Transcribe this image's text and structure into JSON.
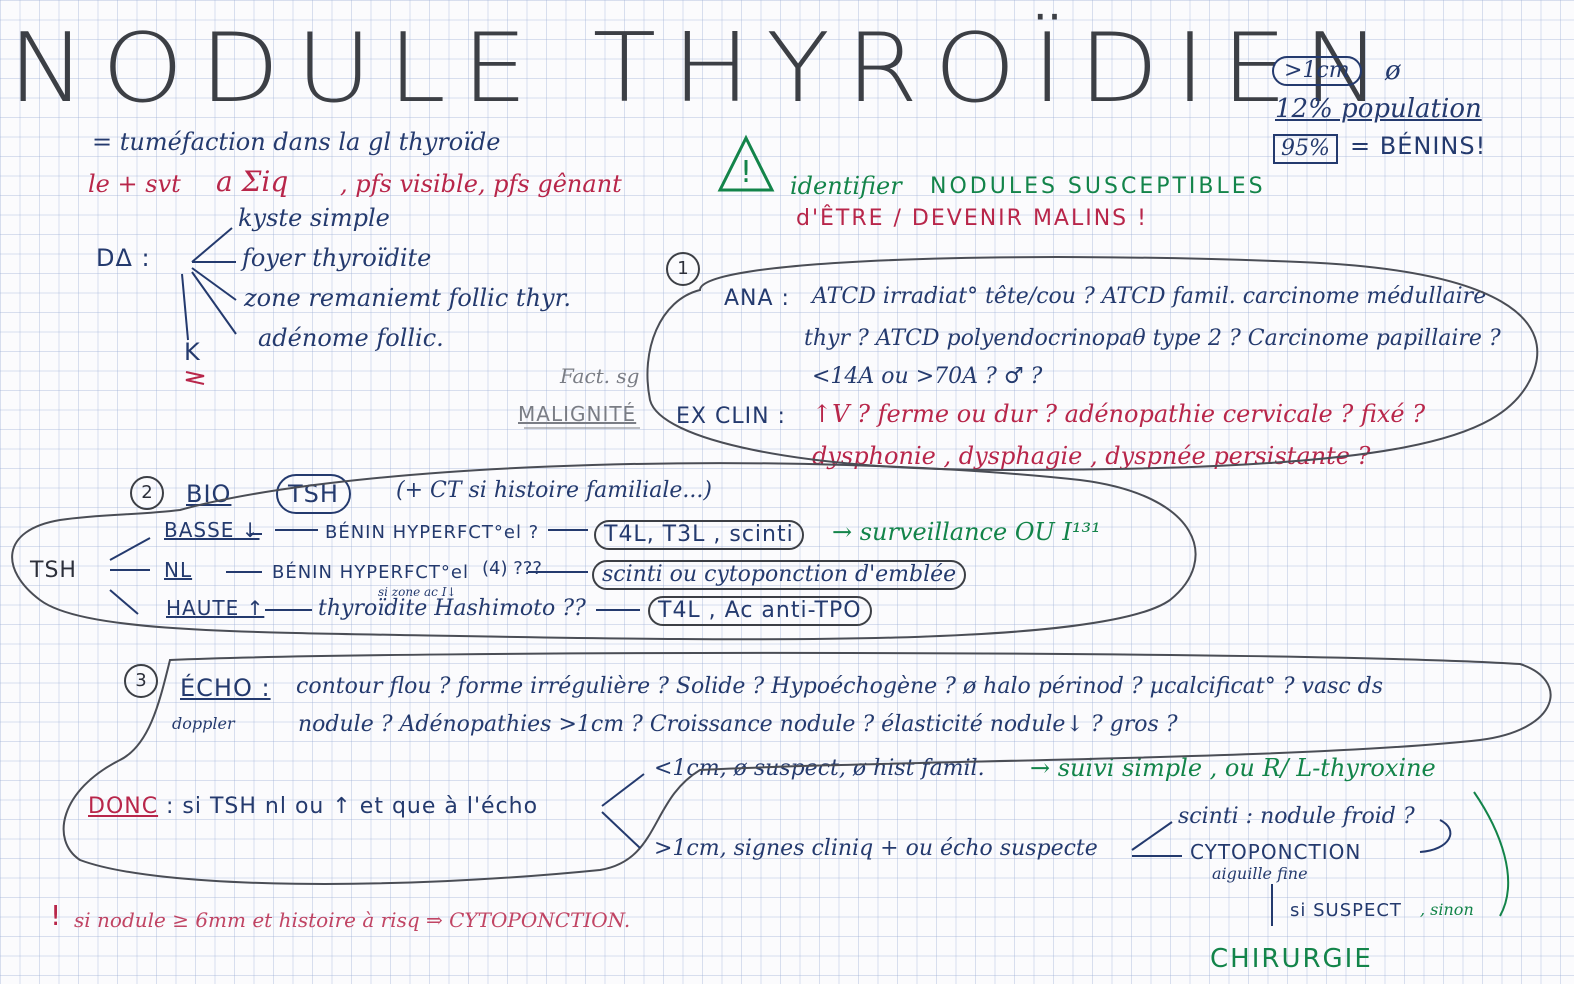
{
  "title": "NODULE THYROÏDIEN",
  "stats": {
    "size": ">1cm",
    "diam": "ø",
    "population": "12% population",
    "benign_pct": "95%",
    "benign_text": "= BÉNINS!"
  },
  "definition": {
    "line1": "= tuméfaction dans la gl thyroïde",
    "line2a": "le + svt",
    "line2b": "a Σiq",
    "line2c": ", pfs visible, pfs gênant"
  },
  "warning": {
    "icon": "warning-triangle",
    "line1a": "identifier",
    "line1b": "NODULES SUSCEPTIBLES",
    "line2": "d'ÊTRE / DEVENIR MALINS !"
  },
  "differential": {
    "label": "DΔ :",
    "items": [
      "kyste simple",
      "foyer thyroïdite",
      "zone remaniemt follic thyr.",
      "adénome follic."
    ],
    "cancer": "K"
  },
  "section1": {
    "number": "1",
    "side_label1": "Fact. sg",
    "side_label2": "MALIGNITÉ",
    "ana_label": "ANA :",
    "ana_line1": "ATCD irradiat° tête/cou ? ATCD famil. carcinome médullaire",
    "ana_line2": "thyr ? ATCD polyendocrinopaθ type 2 ? Carcinome papillaire ?",
    "ana_line3": "<14A ou >70A ?  ♂ ?",
    "ex_label": "EX CLIN :",
    "ex_line1": "↑V ? ferme ou dur ? adénopathie cervicale ? fixé ?",
    "ex_line2": "dysphonie , dysphagie , dyspnée persistante ?"
  },
  "section2": {
    "number": "2",
    "bio_label": "BIO",
    "tsh_circle": "TSH",
    "note": "(+ CT si histoire familiale...)",
    "tsh_label": "TSH",
    "rows": [
      {
        "level": "BASSE ↓",
        "arrow": "→",
        "text": "BÉNIN HYPERFCT°el ?",
        "result": "T4L, T3L , scinti",
        "next": "→ surveillance OU I¹³¹"
      },
      {
        "level": "NL",
        "arrow": "→",
        "text": "BÉNIN HYPERFCT°el",
        "extra": "(4) ???",
        "sub": "si zone ac I↓",
        "result": "scinti ou cytoponction d'emblée"
      },
      {
        "level": "HAUTE ↑",
        "arrow": "→",
        "text": "thyroïdite Hashimoto ??",
        "result": "T4L , Ac anti-TPO"
      }
    ]
  },
  "section3": {
    "number": "3",
    "echo_label": "ÉCHO :",
    "doppler": "doppler",
    "line1": "contour flou ? forme irrégulière ? Solide ? Hypoéchogène ? ø halo périnod ? µcalcificat° ? vasc ds",
    "line2": "nodule ? Adénopathies >1cm ? Croissance nodule ? élasticité nodule↓ ? gros ?",
    "donc_label": "DONC",
    "donc_text": ": si TSH nl ou ↑ et que à l'écho",
    "branch1": "<1cm, ø suspect, ø hist famil.",
    "branch1_result": "→ suivi simple , ou R/ L-thyroxine",
    "branch2": ">1cm, signes cliniq + ou écho suspecte",
    "scinti": "scinti : nodule froid ?",
    "cytoponction": "CYTOPONCTION",
    "aiguille": "aiguille fine",
    "suspect": "si SUSPECT",
    "sinon": ", sinon",
    "surgery": "CHIRURGIE"
  },
  "footnote": {
    "bang": "!",
    "text": "si nodule ≥ 6mm et histoire à risq ⇒ CYTOPONCTION."
  },
  "colors": {
    "ink_dark": "#3c3f45",
    "ink_navy": "#243a6e",
    "ink_red": "#b8264a",
    "ink_green": "#13844a"
  }
}
